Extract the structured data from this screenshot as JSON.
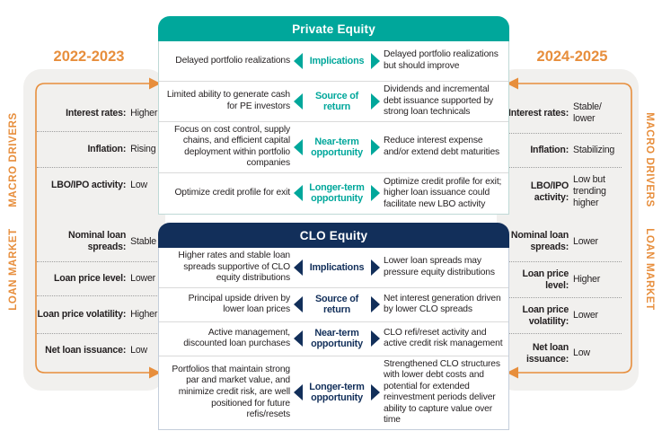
{
  "colors": {
    "teal": "#00A79B",
    "navy": "#122F5A",
    "orange": "#E78E3C",
    "panel_gray": "#F1F0EE"
  },
  "left_panel": {
    "year": "2022-2023",
    "macro_label": "MACRO DRIVERS",
    "loan_label": "LOAN MARKET",
    "macro_rows": [
      {
        "label": "Interest rates:",
        "value": "Higher"
      },
      {
        "label": "Inflation:",
        "value": "Rising"
      },
      {
        "label": "LBO/IPO activity:",
        "value": "Low"
      }
    ],
    "loan_rows": [
      {
        "label": "Nominal loan spreads:",
        "value": "Stable"
      },
      {
        "label": "Loan price level:",
        "value": "Lower"
      },
      {
        "label": "Loan price volatility:",
        "value": "Higher"
      },
      {
        "label": "Net loan issuance:",
        "value": "Low"
      }
    ]
  },
  "right_panel": {
    "year": "2024-2025",
    "macro_label": "MACRO DRIVERS",
    "loan_label": "LOAN MARKET",
    "macro_rows": [
      {
        "label": "Interest rates:",
        "value": "Stable/ lower"
      },
      {
        "label": "Inflation:",
        "value": "Stabilizing"
      },
      {
        "label": "LBO/IPO activity:",
        "value": "Low but trending higher"
      }
    ],
    "loan_rows": [
      {
        "label": "Nominal loan spreads:",
        "value": "Lower"
      },
      {
        "label": "Loan price level:",
        "value": "Higher"
      },
      {
        "label": "Loan price volatility:",
        "value": "Lower"
      },
      {
        "label": "Net loan issuance:",
        "value": "Low"
      }
    ]
  },
  "pe": {
    "title": "Private Equity",
    "rows": [
      {
        "left": "Delayed portfolio realizations",
        "center": "Implications",
        "right": "Delayed portfolio realizations but should improve"
      },
      {
        "left": "Limited ability to generate cash for PE investors",
        "center": "Source of return",
        "right": "Dividends and incremental debt issuance supported by strong loan technicals"
      },
      {
        "left": "Focus on cost control, supply chains, and efficient capital deployment within portfolio companies",
        "center": "Near-term opportunity",
        "right": "Reduce interest expense and/or extend debt maturities"
      },
      {
        "left": "Optimize credit profile for exit",
        "center": "Longer-term opportunity",
        "right": "Optimize credit profile for exit; higher loan issuance could facilitate new LBO activity"
      }
    ]
  },
  "clo": {
    "title": "CLO Equity",
    "rows": [
      {
        "left": "Higher rates and stable loan spreads supportive of CLO equity distributions",
        "center": "Implications",
        "right": "Lower loan spreads may pressure equity distributions"
      },
      {
        "left": "Principal upside driven by lower loan prices",
        "center": "Source of return",
        "right": "Net interest generation driven by lower CLO spreads"
      },
      {
        "left": "Active management, discounted loan purchases",
        "center": "Near-term opportunity",
        "right": "CLO refi/reset activity and active credit risk management"
      },
      {
        "left": "Portfolios that maintain strong par and market value, and minimize credit risk, are well positioned for future refis/resets",
        "center": "Longer-term opportunity",
        "right": "Strengthened CLO structures with lower debt costs and potential for extended reinvestment periods deliver ability to capture value over time"
      }
    ]
  }
}
